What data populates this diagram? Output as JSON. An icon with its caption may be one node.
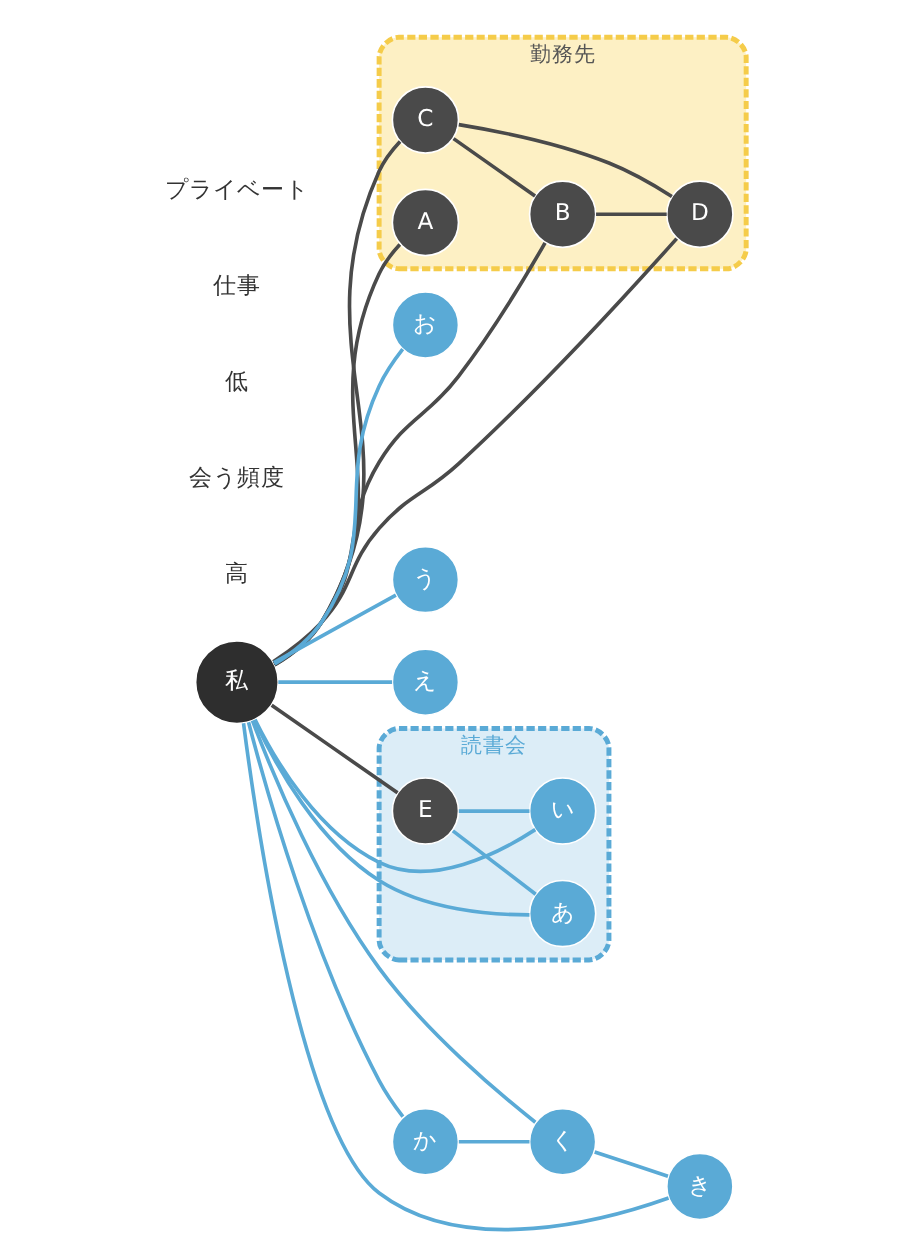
{
  "diagram": {
    "nodes": [
      {
        "text": [
          "勤務先"
        ]
      },
      {
        "text": [
          "C"
        ],
        "in": 0
      },
      {
        "text": [
          "B"
        ],
        "in": 0
      },
      {
        "text": [
          "D"
        ],
        "in": 0
      },
      {
        "text": [
          "A"
        ],
        "in": 0
      },
      {
        "text": [
          "私"
        ]
      },
      {
        "text": [
          "う"
        ]
      },
      {
        "text": [
          "え"
        ]
      },
      {
        "text": [
          "お"
        ]
      },
      {
        "text": [
          "読書会"
        ]
      },
      {
        "text": [
          "E"
        ],
        "in": 9
      },
      {
        "text": [
          "い"
        ],
        "in": 9
      },
      {
        "text": [
          "あ"
        ],
        "in": 9
      },
      {
        "text": [
          "か"
        ]
      },
      {
        "text": [
          "く"
        ]
      },
      {
        "text": [
          "き"
        ]
      }
    ],
    "edges": [
      {
        "from": 5,
        "to": 4,
        "arrow": "none",
        "color": "#4a4a4a"
      },
      {
        "from": 5,
        "to": 2,
        "arrow": "none",
        "color": "#4a4a4a"
      },
      {
        "from": 5,
        "to": 1,
        "arrow": "none",
        "color": "#4a4a4a"
      },
      {
        "from": 5,
        "to": 3,
        "arrow": "none",
        "color": "#4a4a4a"
      },
      {
        "from": 1,
        "to": 2,
        "arrow": "none",
        "color": "#4a4a4a"
      },
      {
        "from": 1,
        "to": 3,
        "arrow": "none",
        "color": "#4a4a4a"
      },
      {
        "from": 2,
        "to": 3,
        "arrow": "none",
        "color": "#4a4a4a"
      },
      {
        "from": 5,
        "to": 6,
        "arrow": "none"
      },
      {
        "from": 5,
        "to": 7,
        "arrow": "none"
      },
      {
        "from": 5,
        "to": 8,
        "arrow": "none"
      },
      {
        "from": 5,
        "to": 10,
        "arrow": "none",
        "color": "#4a4a4a"
      },
      {
        "from": 5,
        "to": 11,
        "arrow": "none"
      },
      {
        "from": 5,
        "to": 12,
        "arrow": "none"
      },
      {
        "from": 10,
        "to": 11,
        "arrow": "none"
      },
      {
        "from": 10,
        "to": 12,
        "arrow": "none"
      },
      {
        "from": 5,
        "to": 13,
        "arrow": "none"
      },
      {
        "from": 5,
        "to": 14,
        "arrow": "none"
      },
      {
        "from": 5,
        "to": 15,
        "arrow": "none"
      },
      {
        "from": 13,
        "to": 14,
        "arrow": "none"
      },
      {
        "from": 14,
        "to": 15,
        "arrow": "none"
      }
    ],
    "labels": [
      "高",
      "会う頻度",
      "低",
      "仕事",
      "プライベート"
    ]
  }
}
